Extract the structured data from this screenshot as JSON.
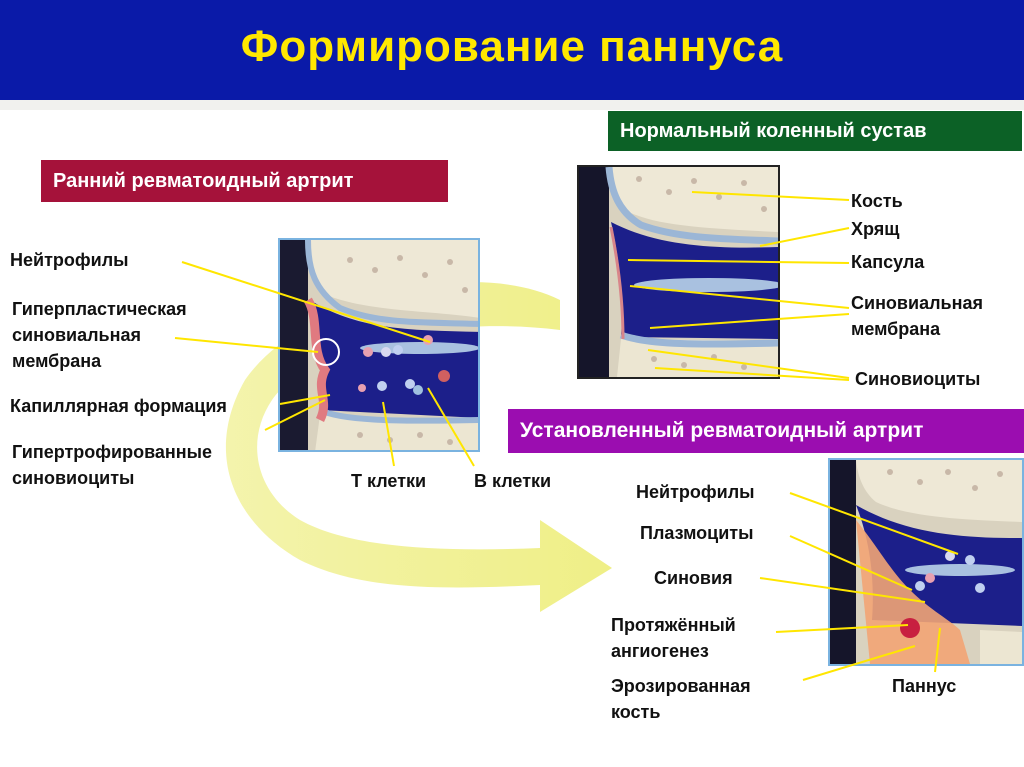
{
  "title": "Формирование паннуса",
  "banners": {
    "early": "Ранний ревматоидный артрит",
    "normal": "Нормальный коленный сустав",
    "established": "Установленный ревматоидный артрит"
  },
  "early_labels": {
    "neutrophils": "Нейтрофилы",
    "hyperplastic": "Гиперпластическая синовиальная мембрана",
    "capillary": "Капиллярная формация",
    "hypertrophied": "Гипертрофированные синовиоциты",
    "t_cells": "Т клетки",
    "b_cells": "В клетки"
  },
  "normal_labels": {
    "bone": "Кость",
    "cartilage": "Хрящ",
    "capsule": "Капсула",
    "synovial": "Синовиальная мембрана",
    "synoviocytes": "Синовиоциты"
  },
  "established_labels": {
    "neutrophils": "Нейтрофилы",
    "plasmocytes": "Плазмоциты",
    "synovia": "Синовия",
    "angiogenesis": "Протяжённый ангиогенез",
    "eroded_bone": "Эрозированная кость",
    "pannus": "Паннус"
  },
  "colors": {
    "header_bg": "#0a1aa8",
    "title": "#ffe800",
    "early_banner": "#a5123a",
    "normal_banner": "#0c6126",
    "established_banner": "#9b0db0",
    "leader_line": "#ffe600",
    "arrow": "#f0f08c"
  }
}
